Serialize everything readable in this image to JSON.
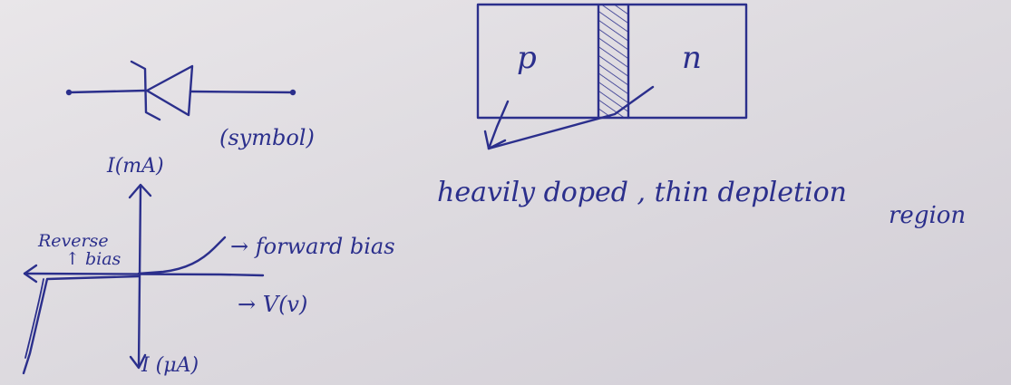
{
  "symbol": {
    "caption": "(symbol)"
  },
  "junction": {
    "p_label": "p",
    "n_label": "n",
    "annotation_line1": "heavily doped , thin depletion",
    "annotation_line2": "region"
  },
  "vi_curve": {
    "y_axis_top_label": "I(mA)",
    "y_axis_bottom_label": "I (μA)",
    "x_axis_label": "→ V(v)",
    "reverse_label_line1": "Reverse",
    "reverse_label_line2": "↑ bias",
    "forward_label": "→ forward bias"
  },
  "colors": {
    "ink": "#2b2f8c",
    "paper": "#e3e0e4"
  }
}
